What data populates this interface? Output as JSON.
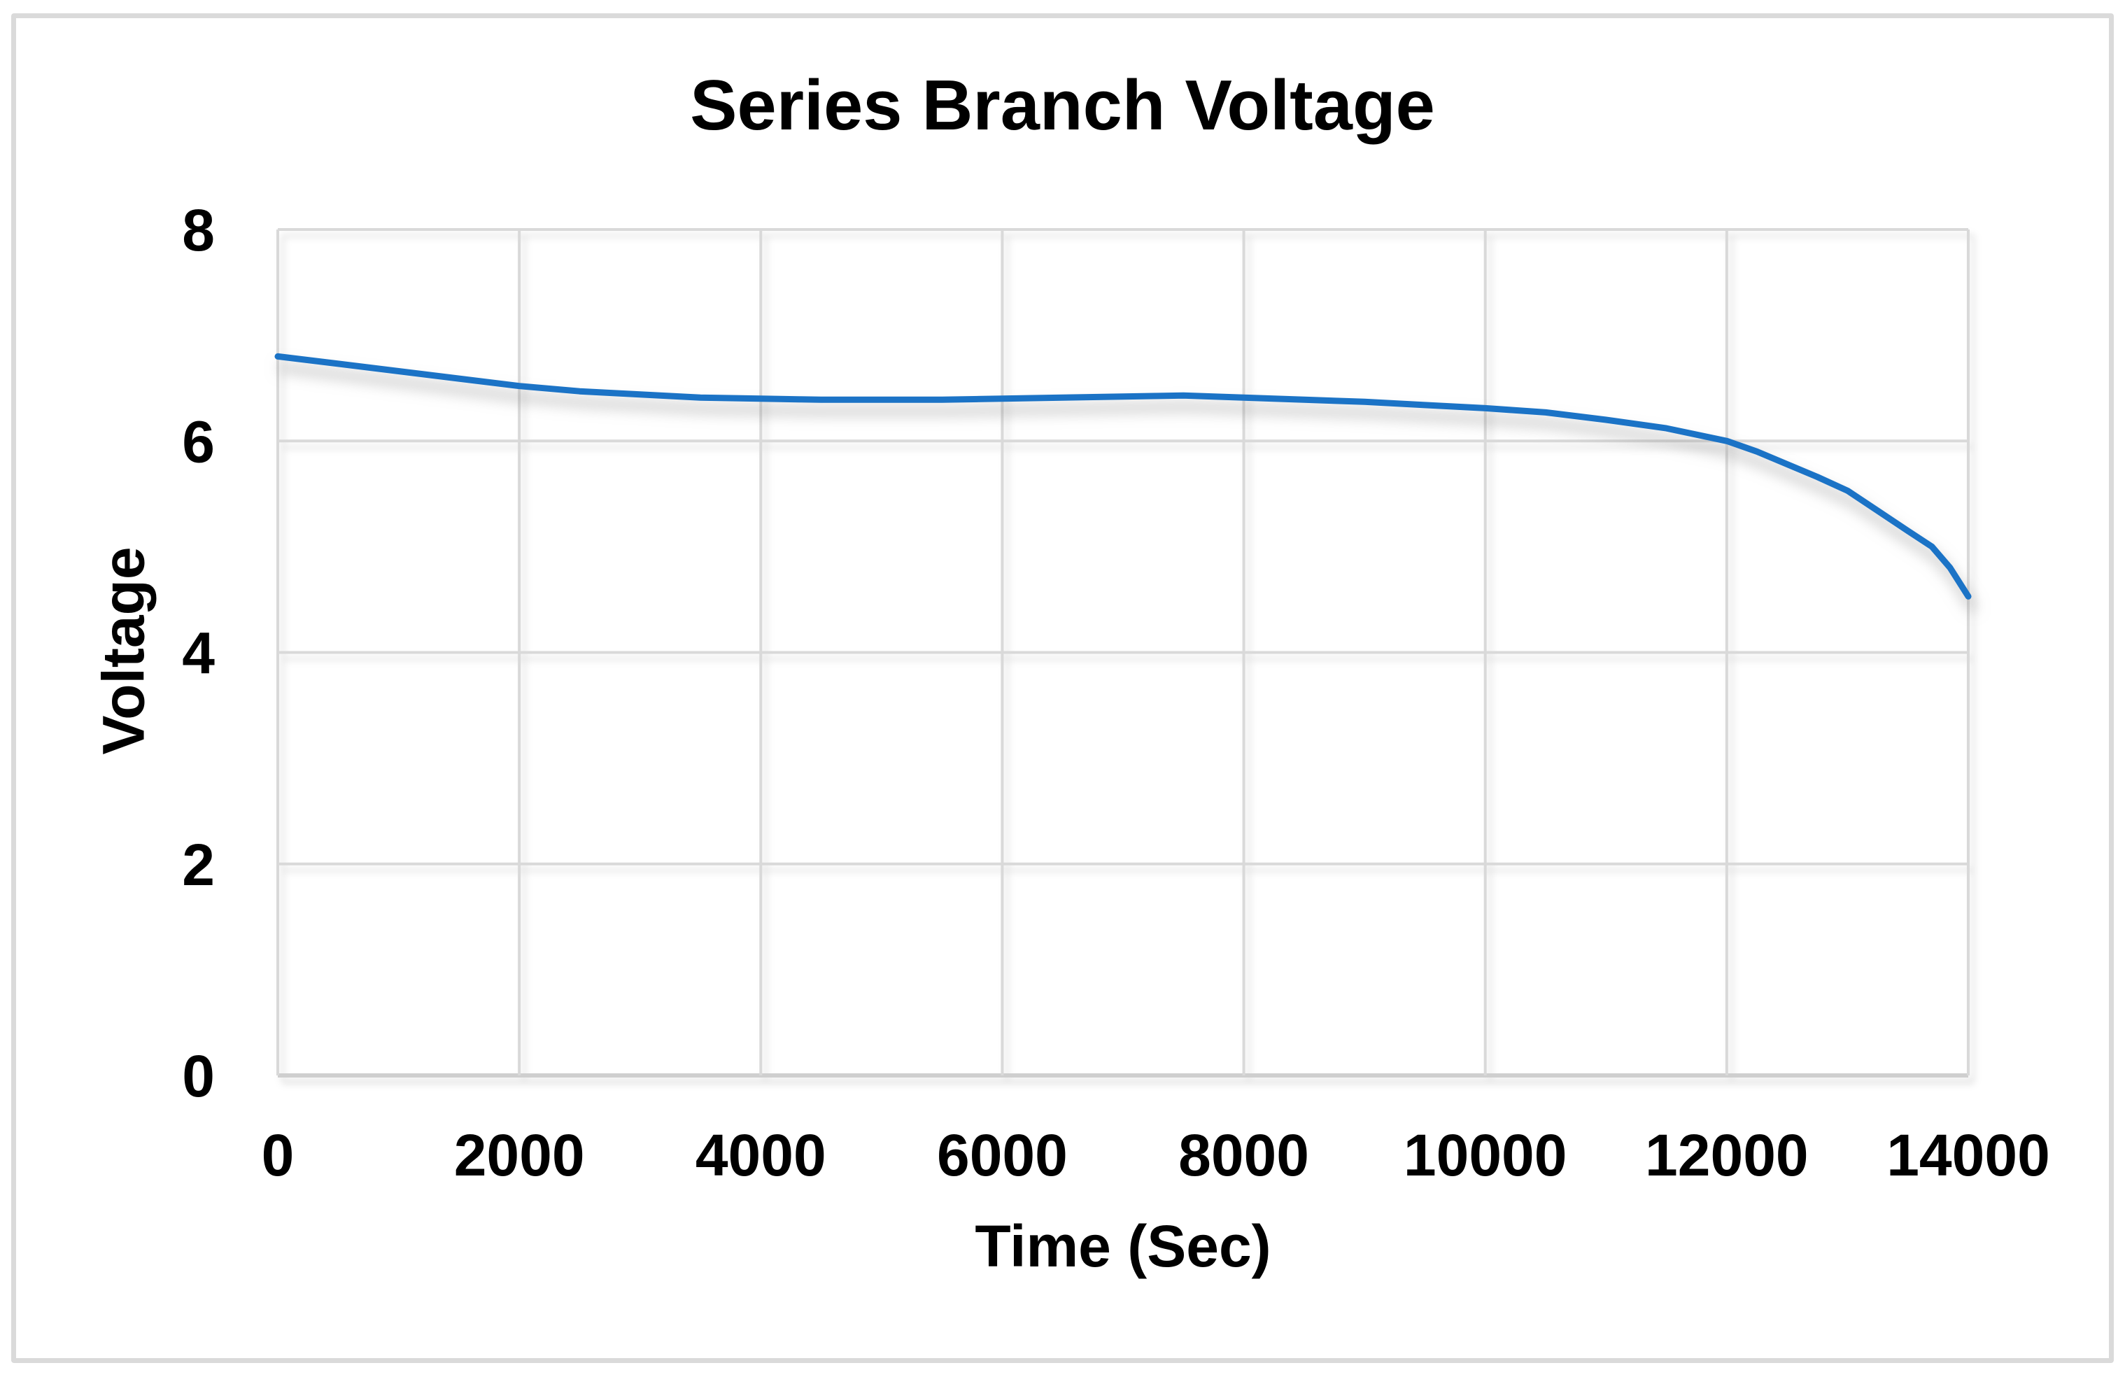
{
  "chart_data": {
    "type": "line",
    "title": "Series Branch Voltage",
    "xlabel": "Time (Sec)",
    "ylabel": "Voltage",
    "xlim": [
      0,
      14000
    ],
    "ylim": [
      0,
      8
    ],
    "x_ticks": [
      0,
      2000,
      4000,
      6000,
      8000,
      10000,
      12000,
      14000
    ],
    "y_ticks": [
      0,
      2,
      4,
      6,
      8
    ],
    "grid": true,
    "legend": false,
    "line_color": "#1b73c6",
    "gridline_color": "#d9d9d9",
    "axis_line_color": "#cfcfcf",
    "text_color": "#000000",
    "series": [
      {
        "name": "Series Branch Voltage",
        "points": [
          [
            0,
            6.8
          ],
          [
            500,
            6.73
          ],
          [
            1000,
            6.66
          ],
          [
            1500,
            6.59
          ],
          [
            2000,
            6.52
          ],
          [
            2500,
            6.47
          ],
          [
            3000,
            6.44
          ],
          [
            3500,
            6.41
          ],
          [
            4000,
            6.4
          ],
          [
            4500,
            6.39
          ],
          [
            5000,
            6.39
          ],
          [
            5500,
            6.39
          ],
          [
            6000,
            6.4
          ],
          [
            6500,
            6.41
          ],
          [
            7000,
            6.42
          ],
          [
            7500,
            6.43
          ],
          [
            8000,
            6.41
          ],
          [
            8500,
            6.39
          ],
          [
            9000,
            6.37
          ],
          [
            9500,
            6.34
          ],
          [
            10000,
            6.31
          ],
          [
            10500,
            6.27
          ],
          [
            11000,
            6.2
          ],
          [
            11500,
            6.12
          ],
          [
            12000,
            6.0
          ],
          [
            12250,
            5.9
          ],
          [
            12500,
            5.78
          ],
          [
            12750,
            5.66
          ],
          [
            13000,
            5.53
          ],
          [
            13250,
            5.34
          ],
          [
            13500,
            5.15
          ],
          [
            13700,
            5.0
          ],
          [
            13850,
            4.8
          ],
          [
            14000,
            4.53
          ]
        ]
      }
    ]
  }
}
